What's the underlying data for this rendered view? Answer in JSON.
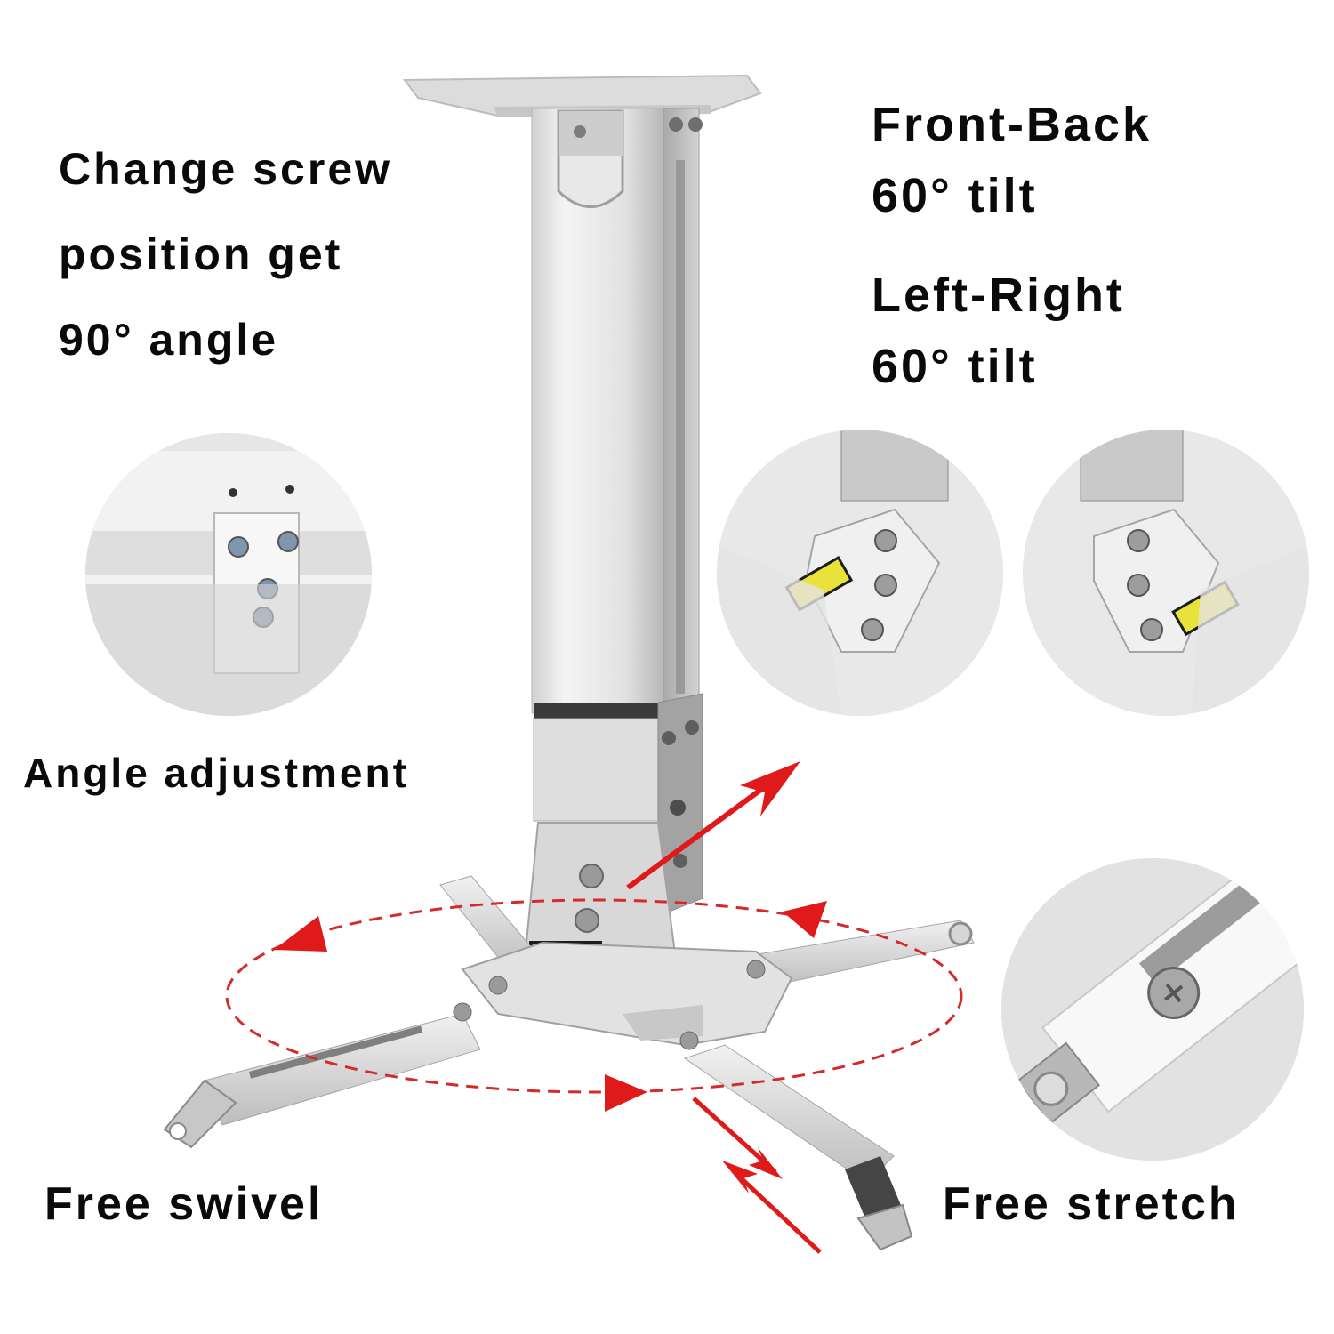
{
  "product": "projector ceiling mount",
  "labels": {
    "screw_position": [
      "Change screw",
      "position get",
      "90° angle"
    ],
    "front_back_tilt": [
      "Front-Back",
      "60° tilt"
    ],
    "left_right_tilt": [
      "Left-Right",
      "60° tilt"
    ],
    "angle_adjustment": "Angle adjustment",
    "free_swivel": "Free swivel",
    "free_stretch": "Free stretch"
  },
  "detail_images": [
    {
      "name": "angle-adjustment-closeup",
      "shape": "circle"
    },
    {
      "name": "front-back-tilt-closeup",
      "shape": "ellipse"
    },
    {
      "name": "left-right-tilt-closeup",
      "shape": "ellipse"
    },
    {
      "name": "stretch-arm-closeup",
      "shape": "circle"
    }
  ],
  "colors": {
    "annotation_red": "#e0191a",
    "dashed_ring_red": "#d42a2a",
    "metal_light": "#e6e6e6",
    "metal_mid": "#c4c4c4",
    "metal_dark": "#8f8f8f",
    "warning_label_yellow": "#e8e23a",
    "text": "#0a0a0a"
  }
}
